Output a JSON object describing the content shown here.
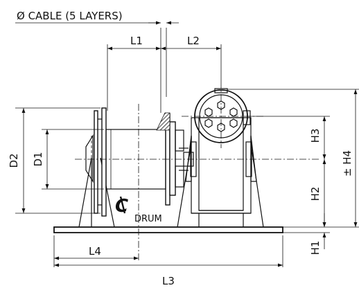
{
  "labels": {
    "cable": "Ø CABLE (5 LAYERS)",
    "l1": "L1",
    "l2": "L2",
    "l3": "L3",
    "l4": "L4",
    "d1": "D1",
    "d2": "D2",
    "h1": "H1",
    "h2": "H2",
    "h3": "H3",
    "h4": "± H4",
    "cl_symbol": "C",
    "cl_drum": "DRUM"
  }
}
